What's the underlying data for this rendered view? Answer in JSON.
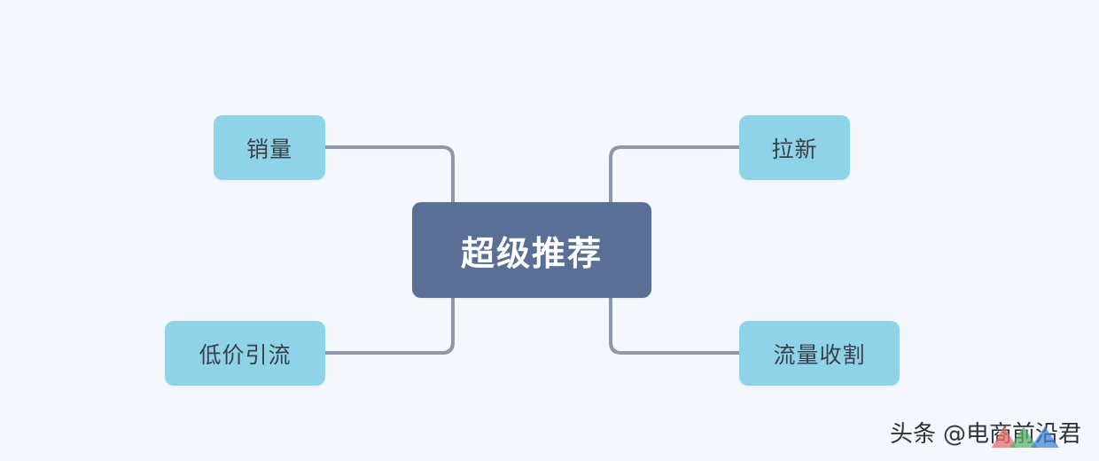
{
  "diagram": {
    "center": {
      "label": "超级推荐"
    },
    "branches": [
      {
        "id": "top-left",
        "label": "销量"
      },
      {
        "id": "bottom-left",
        "label": "低价引流"
      },
      {
        "id": "top-right",
        "label": "拉新"
      },
      {
        "id": "bottom-right",
        "label": "流量收割"
      }
    ]
  },
  "watermark": {
    "platform": "头条",
    "handle": "@电商前沿君",
    "logo_icon": "triangle-logo-icon"
  },
  "colors": {
    "background": "#f4f7fb",
    "center_fill": "#5b6f96",
    "leaf_fill": "#8fd3e8",
    "connector": "#8d98a8",
    "text_dark": "#3a3f47",
    "text_light": "#ffffff"
  }
}
